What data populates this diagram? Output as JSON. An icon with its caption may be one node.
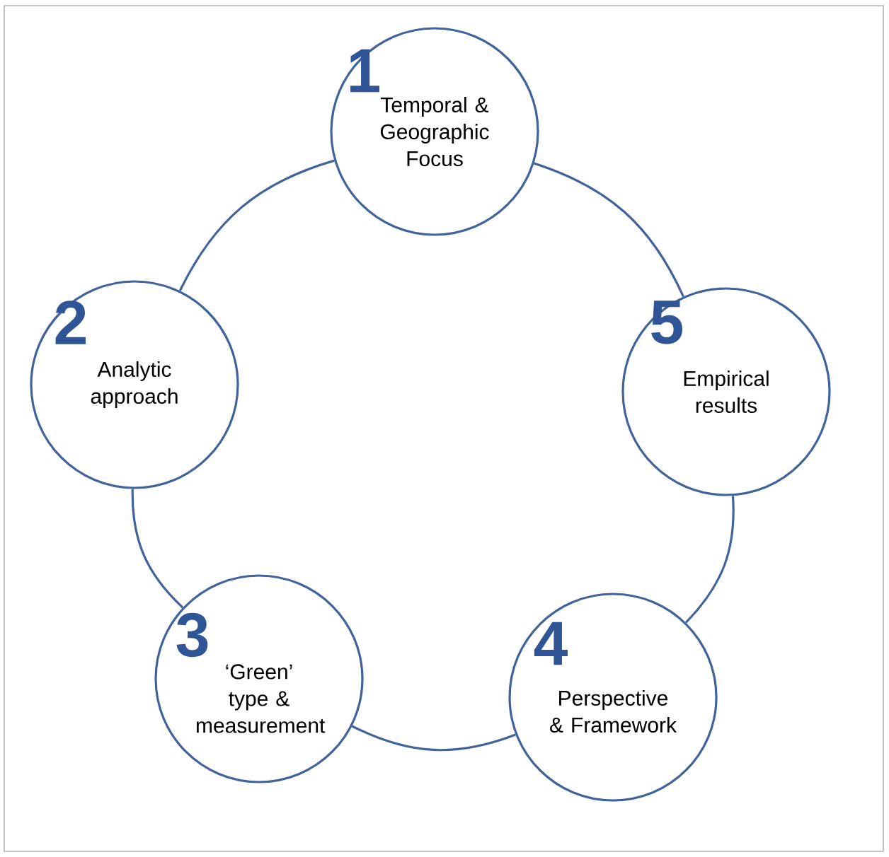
{
  "diagram": {
    "nodes": [
      {
        "text": [
          "1",
          "Temporal & Geographic Focus"
        ]
      },
      {
        "text": [
          "2",
          "Analytic approach"
        ]
      },
      {
        "text": [
          "3",
          "‘Green’ type & measurement"
        ]
      },
      {
        "text": [
          "4",
          "Perspective & Framework"
        ]
      },
      {
        "text": [
          "5",
          "Empirical results"
        ]
      }
    ],
    "edges": [
      {
        "from": 0,
        "to": 4,
        "arrow": "none"
      },
      {
        "from": 4,
        "to": 3,
        "arrow": "none"
      },
      {
        "from": 3,
        "to": 2,
        "arrow": "none"
      },
      {
        "from": 2,
        "to": 1,
        "arrow": "none"
      },
      {
        "from": 1,
        "to": 0,
        "arrow": "none"
      }
    ]
  }
}
